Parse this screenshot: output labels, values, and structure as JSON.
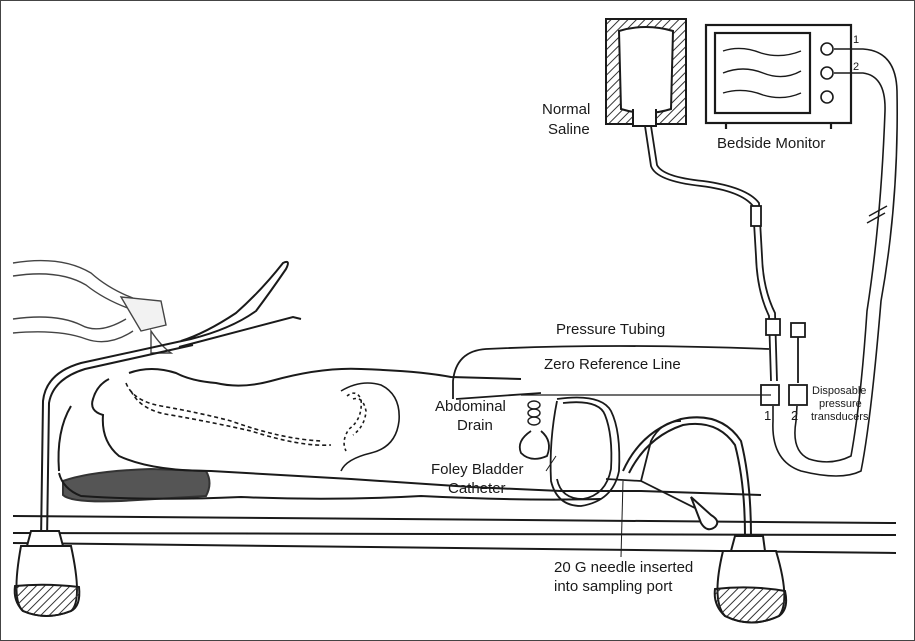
{
  "labels": {
    "normal_saline_line1": "Normal",
    "normal_saline_line2": "Saline",
    "bedside_monitor": "Bedside Monitor",
    "pressure_tubing": "Pressure Tubing",
    "zero_reference_line": "Zero Reference Line",
    "abdominal_drain_line1": "Abdominal",
    "abdominal_drain_line2": "Drain",
    "foley_line1": "Foley Bladder",
    "foley_line2": "Catheter",
    "needle_line1": "20 G needle inserted",
    "needle_line2": "into sampling port",
    "transducers_line1": "Disposable",
    "transducers_line2": "pressure",
    "transducers_line3": "transducers",
    "transducer_1": "1",
    "transducer_2": "2",
    "monitor_port_1": "1",
    "monitor_port_2": "2"
  },
  "colors": {
    "ink": "#1a1a1a",
    "mattress": "#555555",
    "hatch": "#333333"
  }
}
